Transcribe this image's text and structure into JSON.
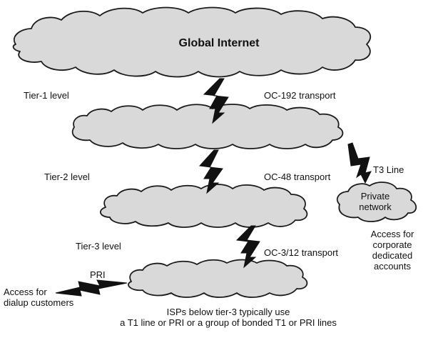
{
  "clouds": {
    "global": "Global Internet",
    "private": [
      "Private",
      "network"
    ]
  },
  "tiers": {
    "tier1": "Tier-1 level",
    "tier2": "Tier-2 level",
    "tier3": "Tier-3 level"
  },
  "links": {
    "oc192": "OC-192 transport",
    "oc48": "OC-48 transport",
    "oc312": "OC-3/12 transport",
    "t3": "T3 Line",
    "pri": "PRI"
  },
  "notes": {
    "corporate": [
      "Access for",
      "corporate",
      "dedicated",
      "accounts"
    ],
    "dialup": [
      "Access for",
      "dialup customers"
    ],
    "bottom": [
      "ISPs below tier-3 typically use",
      "a T1 line or PRI or a group of bonded T1 or PRI lines"
    ]
  },
  "colors": {
    "cloud_fill": "#d9d9d9",
    "outline": "#1a1a1a"
  }
}
